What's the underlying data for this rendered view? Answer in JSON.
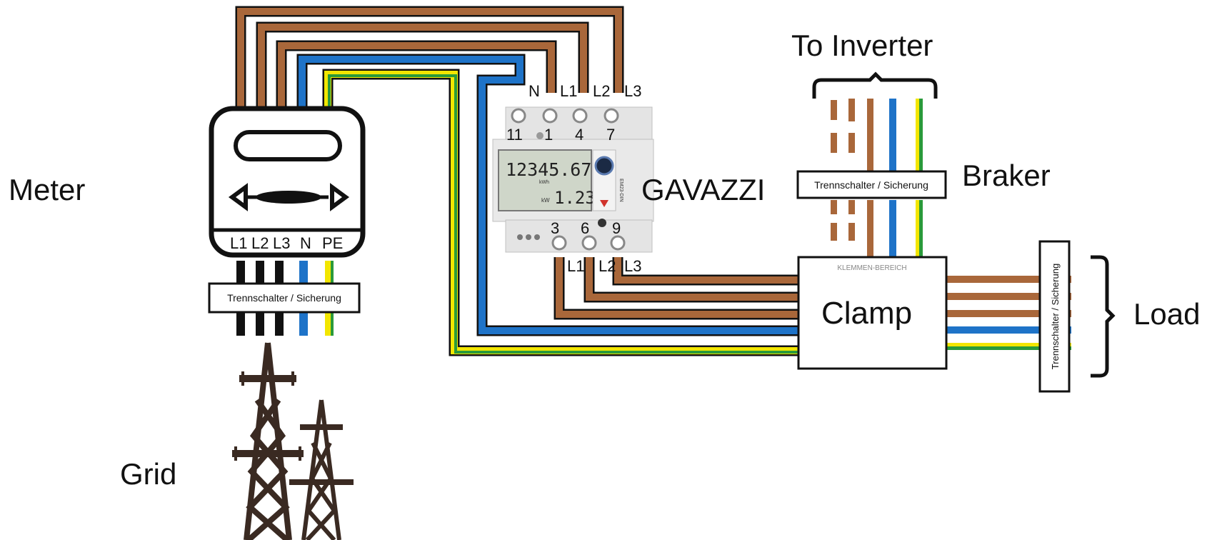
{
  "labels": {
    "meter": "Meter",
    "grid": "Grid",
    "gavazzi": "GAVAZZI",
    "to_inverter": "To Inverter",
    "braker": "Braker",
    "clamp": "Clamp",
    "load": "Load"
  },
  "meter_terminals": [
    "L1",
    "L2",
    "L3",
    "N",
    "PE"
  ],
  "gavazzi": {
    "top_terminals": [
      "N",
      "L1",
      "L2",
      "L3"
    ],
    "top_numbers": [
      "11",
      "1",
      "4",
      "7"
    ],
    "bottom_numbers": [
      "3",
      "6",
      "9"
    ],
    "bottom_terminals": [
      "L1",
      "L2",
      "L3"
    ],
    "display_energy": "12345.67",
    "display_energy_unit": "kWh",
    "display_power": "1.23",
    "display_power_unit": "kW",
    "model": "EM23-DIN"
  },
  "breaker_text": "Trennschalter / Sicherung",
  "clamp_header": "KLEMMEN-BEREICH",
  "colors": {
    "phase": "#a9673a",
    "neutral": "#1e73c8",
    "earth_yellow": "#f2e600",
    "earth_green": "#2a9a3a",
    "black": "#111111"
  }
}
